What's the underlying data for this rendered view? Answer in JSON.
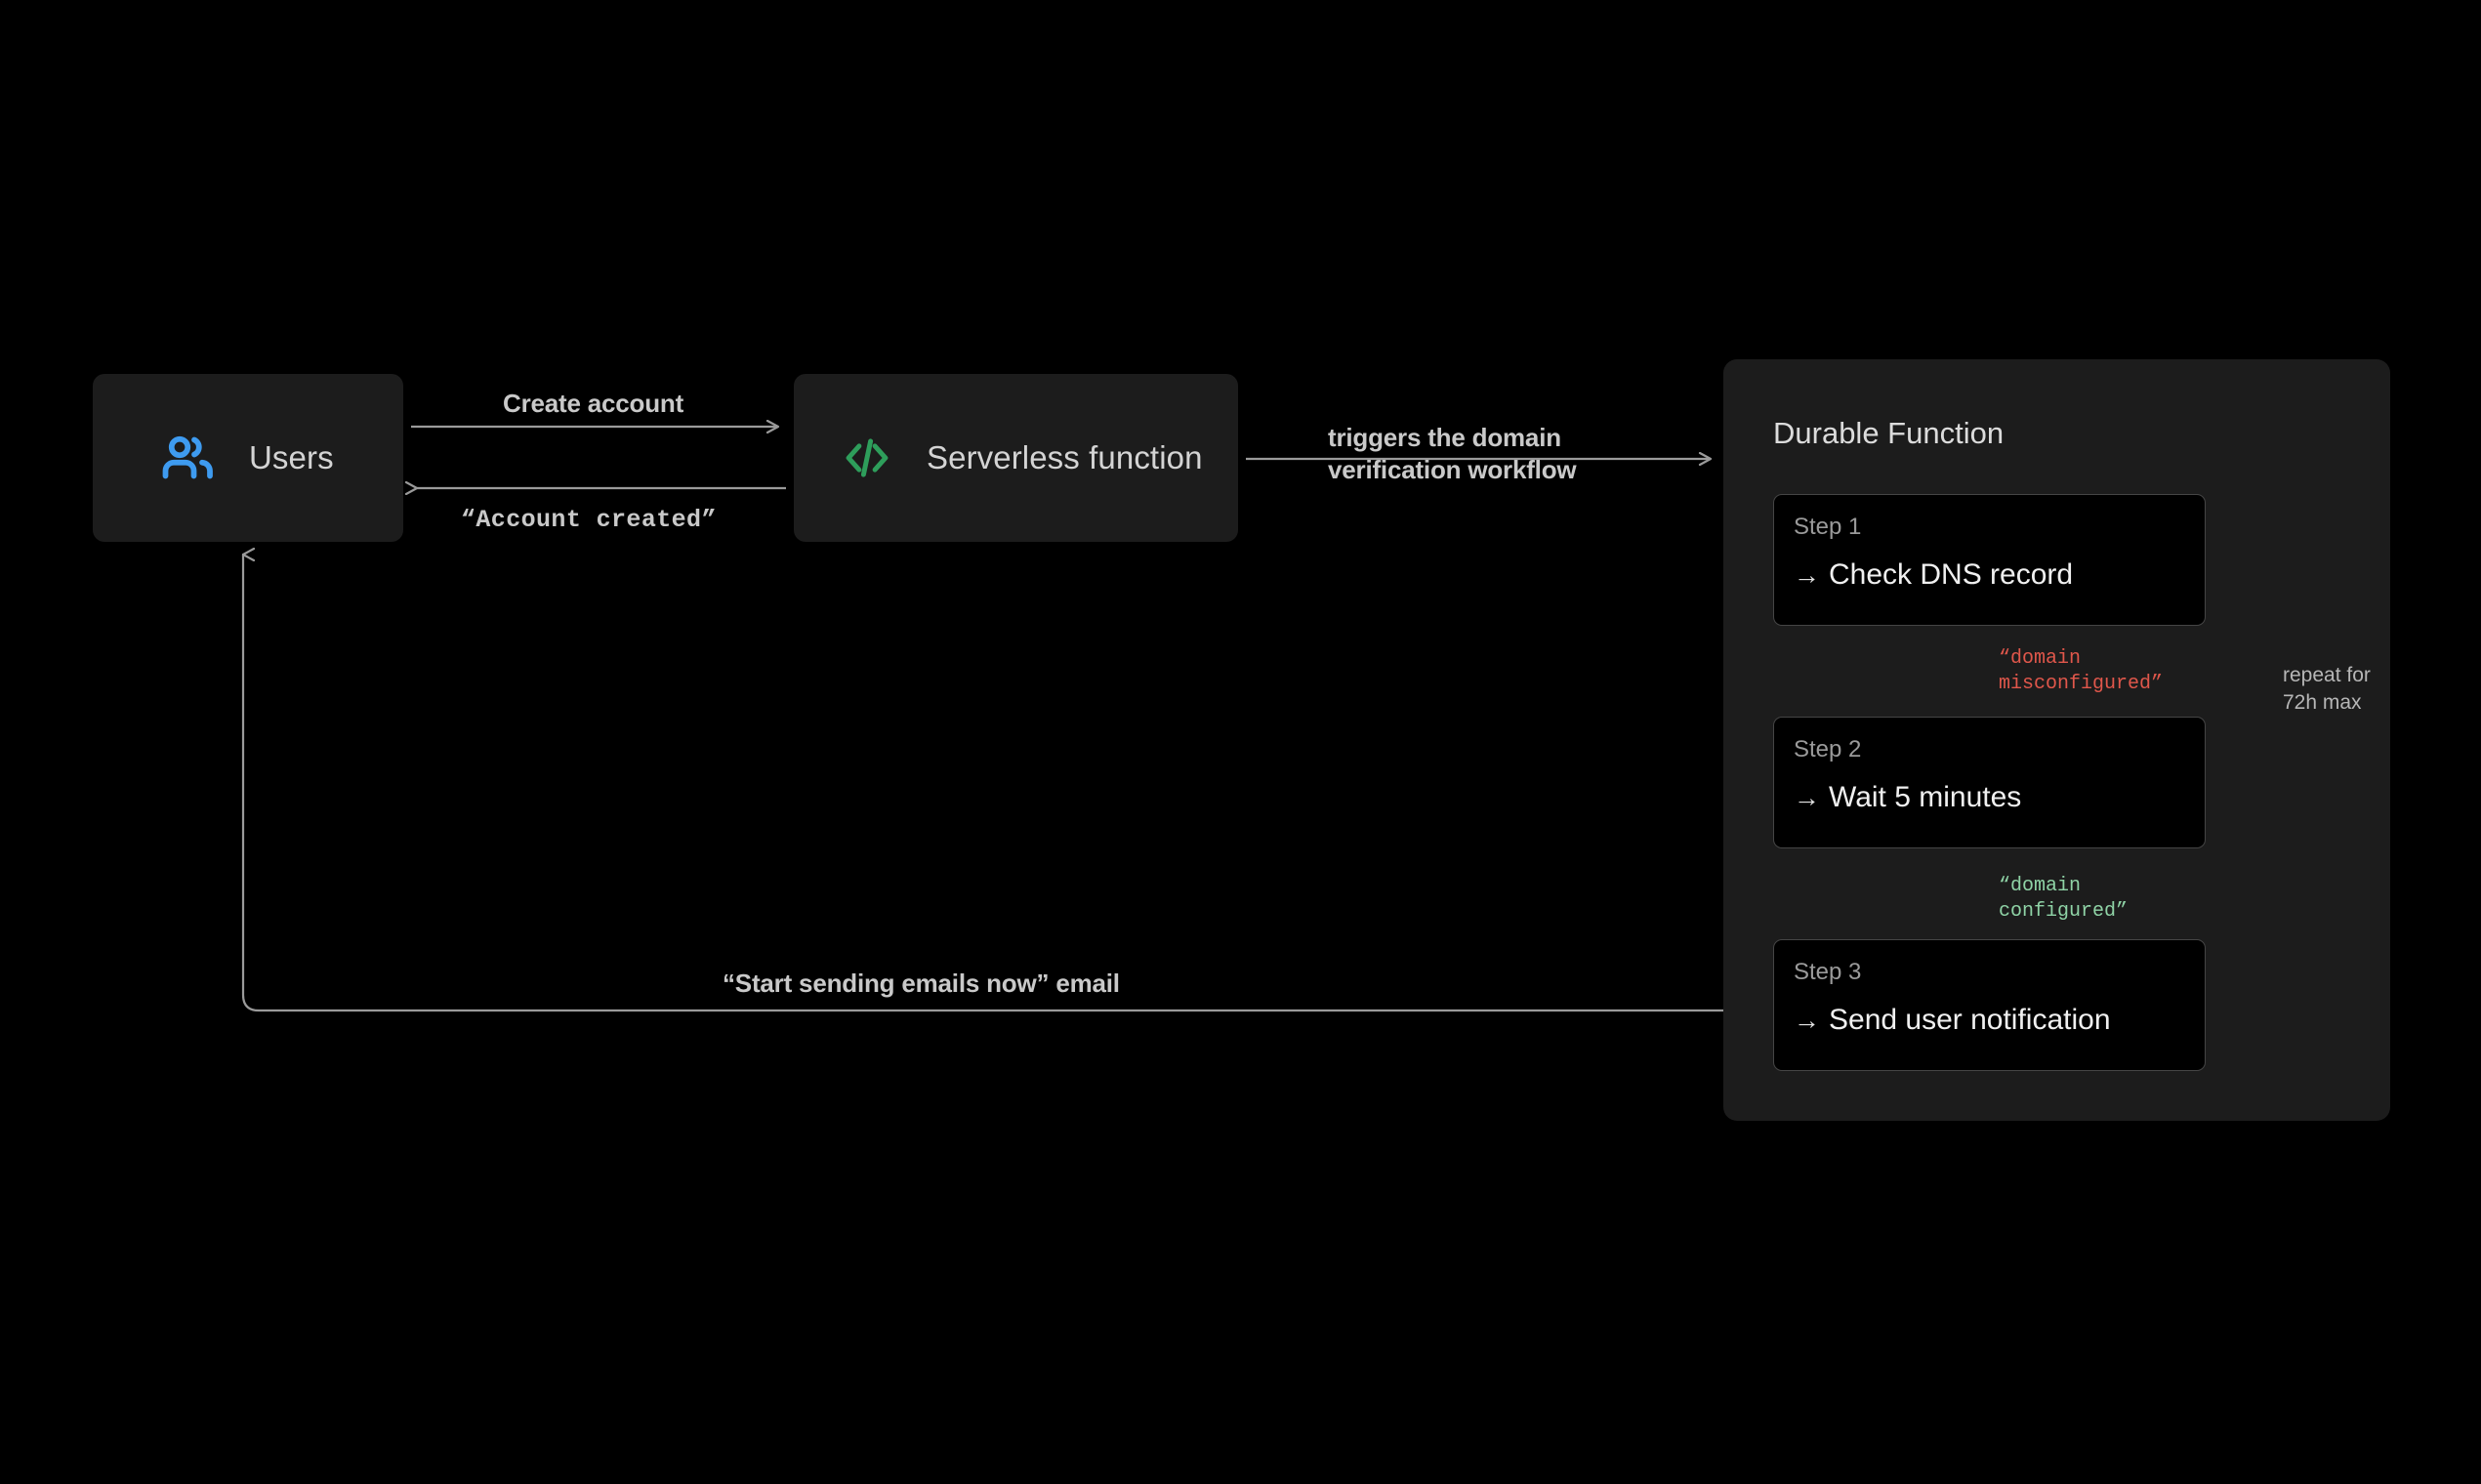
{
  "diagram": {
    "background_color": "#000000",
    "nodes": {
      "users": {
        "label": "Users",
        "icon": "users-icon",
        "icon_color": "#3E9BF0",
        "box_color": "#1C1C1C"
      },
      "serverless": {
        "label": "Serverless function",
        "icon": "code-brackets-icon",
        "icon_color": "#2E9E5B",
        "box_color": "#1C1C1C"
      }
    },
    "durable_function": {
      "title": "Durable Function",
      "panel_color": "#1C1C1C",
      "steps": [
        {
          "eyebrow": "Step 1",
          "title": "Check DNS record",
          "arrow": "arrow-right-glyph"
        },
        {
          "eyebrow": "Step 2",
          "title": "Wait 5 minutes",
          "arrow": "arrow-right-glyph"
        },
        {
          "eyebrow": "Step 3",
          "title": "Send user notification",
          "arrow": "arrow-right-glyph"
        }
      ],
      "transitions": {
        "step1_to_step2": {
          "text": "“domain\nmisconfigured”",
          "color": "#E0574B"
        },
        "step2_to_step3": {
          "text": "“domain\nconfigured”",
          "color": "#8FD3A6"
        },
        "loop": {
          "text": "repeat for\n72h max",
          "color": "#B6B6B6"
        }
      }
    },
    "edges": {
      "create_account": {
        "label": "Create account",
        "style": "sans-bold",
        "direction": "users-to-serverless"
      },
      "account_created": {
        "label": "“Account created”",
        "style": "mono-bold",
        "direction": "serverless-to-users"
      },
      "triggers_workflow": {
        "label": "triggers the domain\nverification workflow",
        "style": "sans-bold",
        "direction": "serverless-to-durable"
      },
      "start_sending": {
        "label": "“Start sending emails now” email",
        "style": "sans-bold",
        "direction": "step3-to-users"
      }
    },
    "line_color": "#9A9A9A"
  }
}
